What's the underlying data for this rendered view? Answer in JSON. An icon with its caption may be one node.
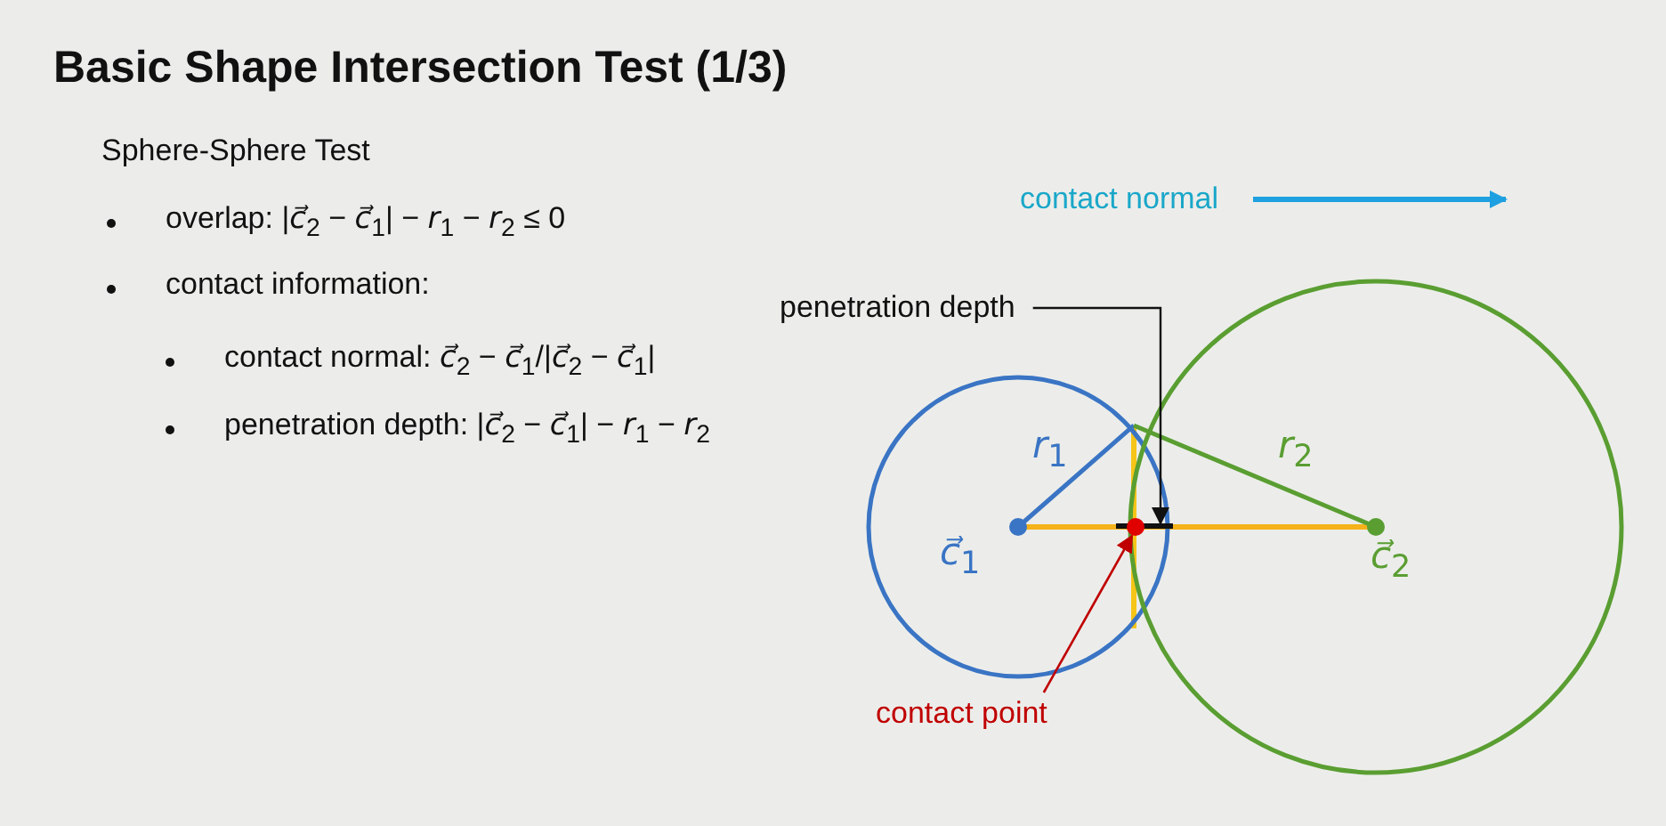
{
  "diagram": {
    "title": "Basic Shape Intersection Test (1/3)",
    "nodes": [
      {
        "text": [
          "penetration depth"
        ]
      },
      {
        "text": [],
        "shape": "bar"
      },
      {
        "text": [
          "contact point"
        ]
      },
      {
        "text": [],
        "shape": "circle"
      }
    ],
    "edges": [
      {
        "from": 0,
        "to": 1,
        "arrow": "to"
      },
      {
        "from": 2,
        "to": 3,
        "arrow": "to",
        "color": "#c00000"
      }
    ],
    "labels": [
      "Sphere-Sphere Test",
      "overlap: |*c⃗*$_{2}$ − *c⃗*$_{1}$| − *r*$_{1}$ − *r*$_{2}$ ≤ 0",
      "contact information:",
      "contact normal: *c⃗*$_{2}$ − *c⃗*$_{1}$/|*c⃗*$_{2}$ − *c⃗*$_{1}$|",
      "penetration depth: |*c⃗*$_{2}$ − *c⃗*$_{1}$| − *r*$_{1}$ − *r*$_{2}$",
      "contact normal",
      "*r*$_{1}$",
      "*c⃗*$_{1}$",
      "*r*$_{2}$",
      "*c⃗*$_{2}$"
    ]
  }
}
